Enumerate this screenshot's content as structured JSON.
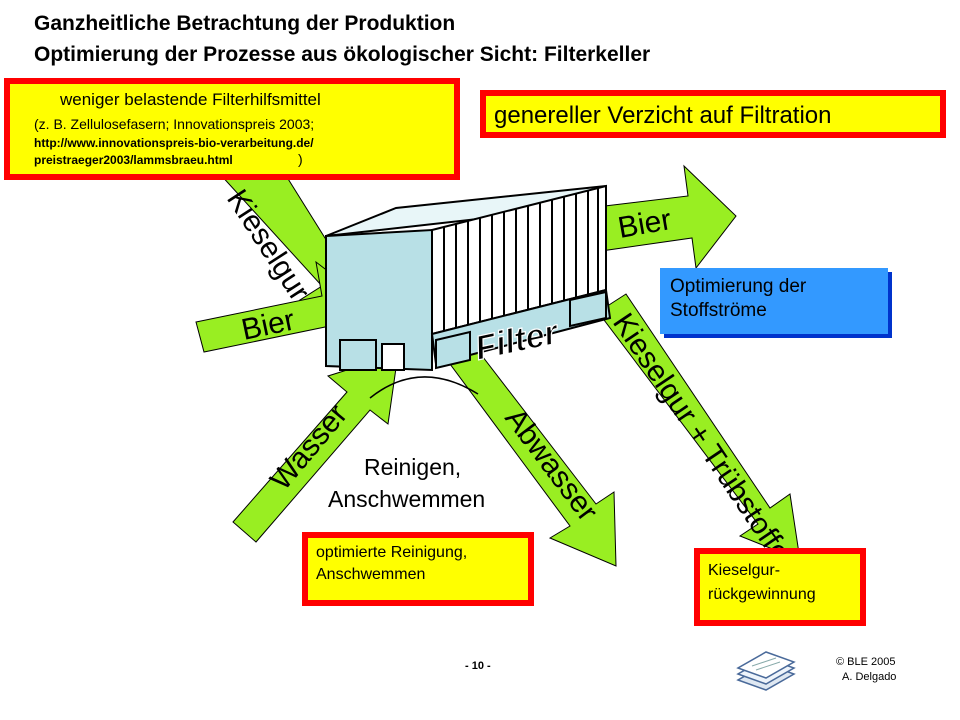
{
  "header": {
    "title_line1": "Ganzheitliche Betrachtung der Produktion",
    "title_line2": "Optimierung der Prozesse aus ökologischer Sicht: Filterkeller"
  },
  "boxes": {
    "filterhilfsmittel": {
      "heading": "weniger belastende Filterhilfsmittel",
      "note": "(z. B. Zellulosefasern; Innovationspreis 2003;",
      "url_line1": "http://www.innovationspreis-bio-verarbeitung.de/",
      "url_line2": "preistraeger2003/lammsbraeu.html",
      "close": ")"
    },
    "verzicht": "genereller Verzicht auf Filtration",
    "stoffstroeme_line1": "Optimierung der",
    "stoffstroeme_line2": "Stoffströme",
    "reinigung_line1": "optimierte Reinigung,",
    "reinigung_line2": "Anschwemmen",
    "kieselgur_line1": "Kieselgur-",
    "kieselgur_line2": "rückgewinnung"
  },
  "arrows": {
    "kieselgur_in": "Kieselgur",
    "bier_in": "Bier",
    "wasser": "Wasser",
    "bier_out": "Bier",
    "abwasser": "Abwasser",
    "kieselgur_out": "Kieselgur + Trübstoffe"
  },
  "center_label_line1": "Reinigen,",
  "center_label_line2": "Anschwemmen",
  "filter_label": "Filter",
  "footer": {
    "page": "- 10 -",
    "copyright_line1": "© BLE 2005",
    "copyright_line2": "A. Delgado"
  },
  "colors": {
    "arrow_green": "#99ee22",
    "box_yellow": "#ffff00",
    "box_red": "#ff0000",
    "blue_box": "#3399ff",
    "filter_body": "#b8e0e6"
  }
}
